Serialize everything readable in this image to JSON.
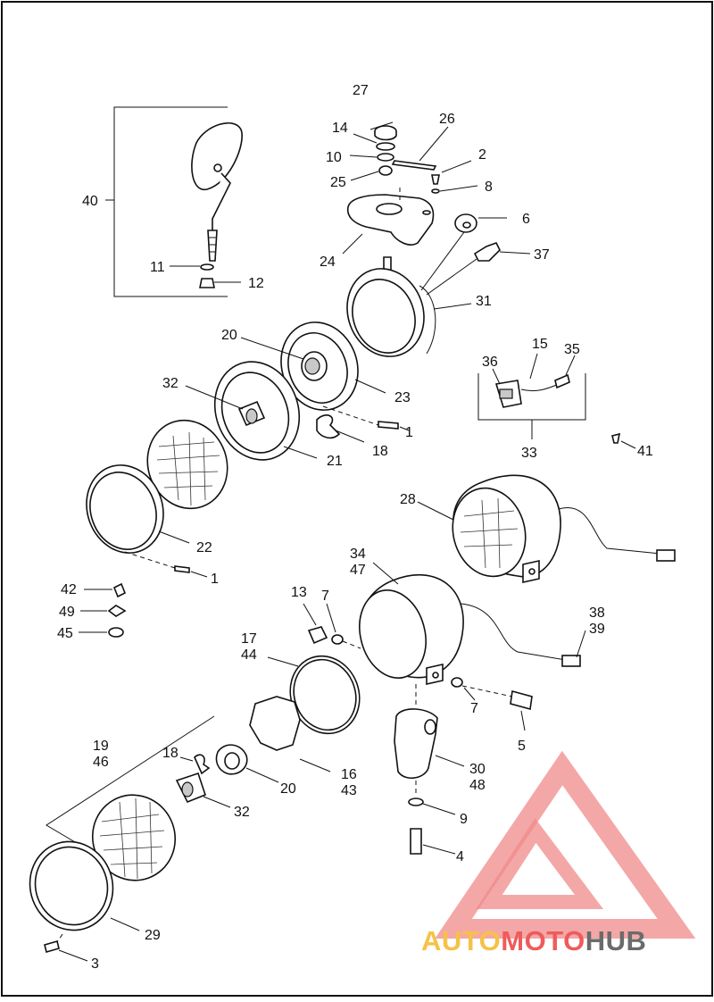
{
  "watermark": {
    "brand_auto": "AUTO",
    "brand_moto": "MOTO",
    "brand_hub": "HUB",
    "colors": {
      "auto": "#f5c247",
      "moto": "#ef5b5b",
      "hub": "#6b6b6b",
      "triangle": "#f08a8a"
    }
  },
  "callouts": [
    {
      "id": "c27",
      "label": "27"
    },
    {
      "id": "c14",
      "label": "14"
    },
    {
      "id": "c26",
      "label": "26"
    },
    {
      "id": "c10",
      "label": "10"
    },
    {
      "id": "c2",
      "label": "2"
    },
    {
      "id": "c25",
      "label": "25"
    },
    {
      "id": "c8",
      "label": "8"
    },
    {
      "id": "c6",
      "label": "6"
    },
    {
      "id": "c24",
      "label": "24"
    },
    {
      "id": "c37",
      "label": "37"
    },
    {
      "id": "c31",
      "label": "31"
    },
    {
      "id": "c40",
      "label": "40"
    },
    {
      "id": "c11",
      "label": "11"
    },
    {
      "id": "c12",
      "label": "12"
    },
    {
      "id": "c20a",
      "label": "20"
    },
    {
      "id": "c32a",
      "label": "32"
    },
    {
      "id": "c23",
      "label": "23"
    },
    {
      "id": "c1a",
      "label": "1"
    },
    {
      "id": "c18a",
      "label": "18"
    },
    {
      "id": "c21",
      "label": "21"
    },
    {
      "id": "c22",
      "label": "22"
    },
    {
      "id": "c1b",
      "label": "1"
    },
    {
      "id": "c36",
      "label": "36"
    },
    {
      "id": "c15",
      "label": "15"
    },
    {
      "id": "c35",
      "label": "35"
    },
    {
      "id": "c33",
      "label": "33"
    },
    {
      "id": "c41",
      "label": "41"
    },
    {
      "id": "c28",
      "label": "28"
    },
    {
      "id": "c34",
      "label": "34"
    },
    {
      "id": "c47",
      "label": "47"
    },
    {
      "id": "c38",
      "label": "38"
    },
    {
      "id": "c39",
      "label": "39"
    },
    {
      "id": "c42",
      "label": "42"
    },
    {
      "id": "c49",
      "label": "49"
    },
    {
      "id": "c45",
      "label": "45"
    },
    {
      "id": "c13",
      "label": "13"
    },
    {
      "id": "c7a",
      "label": "7"
    },
    {
      "id": "c17",
      "label": "17"
    },
    {
      "id": "c44",
      "label": "44"
    },
    {
      "id": "c7b",
      "label": "7"
    },
    {
      "id": "c5",
      "label": "5"
    },
    {
      "id": "c19",
      "label": "19"
    },
    {
      "id": "c46",
      "label": "46"
    },
    {
      "id": "c18b",
      "label": "18"
    },
    {
      "id": "c16",
      "label": "16"
    },
    {
      "id": "c43",
      "label": "43"
    },
    {
      "id": "c30",
      "label": "30"
    },
    {
      "id": "c48",
      "label": "48"
    },
    {
      "id": "c20b",
      "label": "20"
    },
    {
      "id": "c32b",
      "label": "32"
    },
    {
      "id": "c9",
      "label": "9"
    },
    {
      "id": "c4",
      "label": "4"
    },
    {
      "id": "c29",
      "label": "29"
    },
    {
      "id": "c3",
      "label": "3"
    }
  ]
}
